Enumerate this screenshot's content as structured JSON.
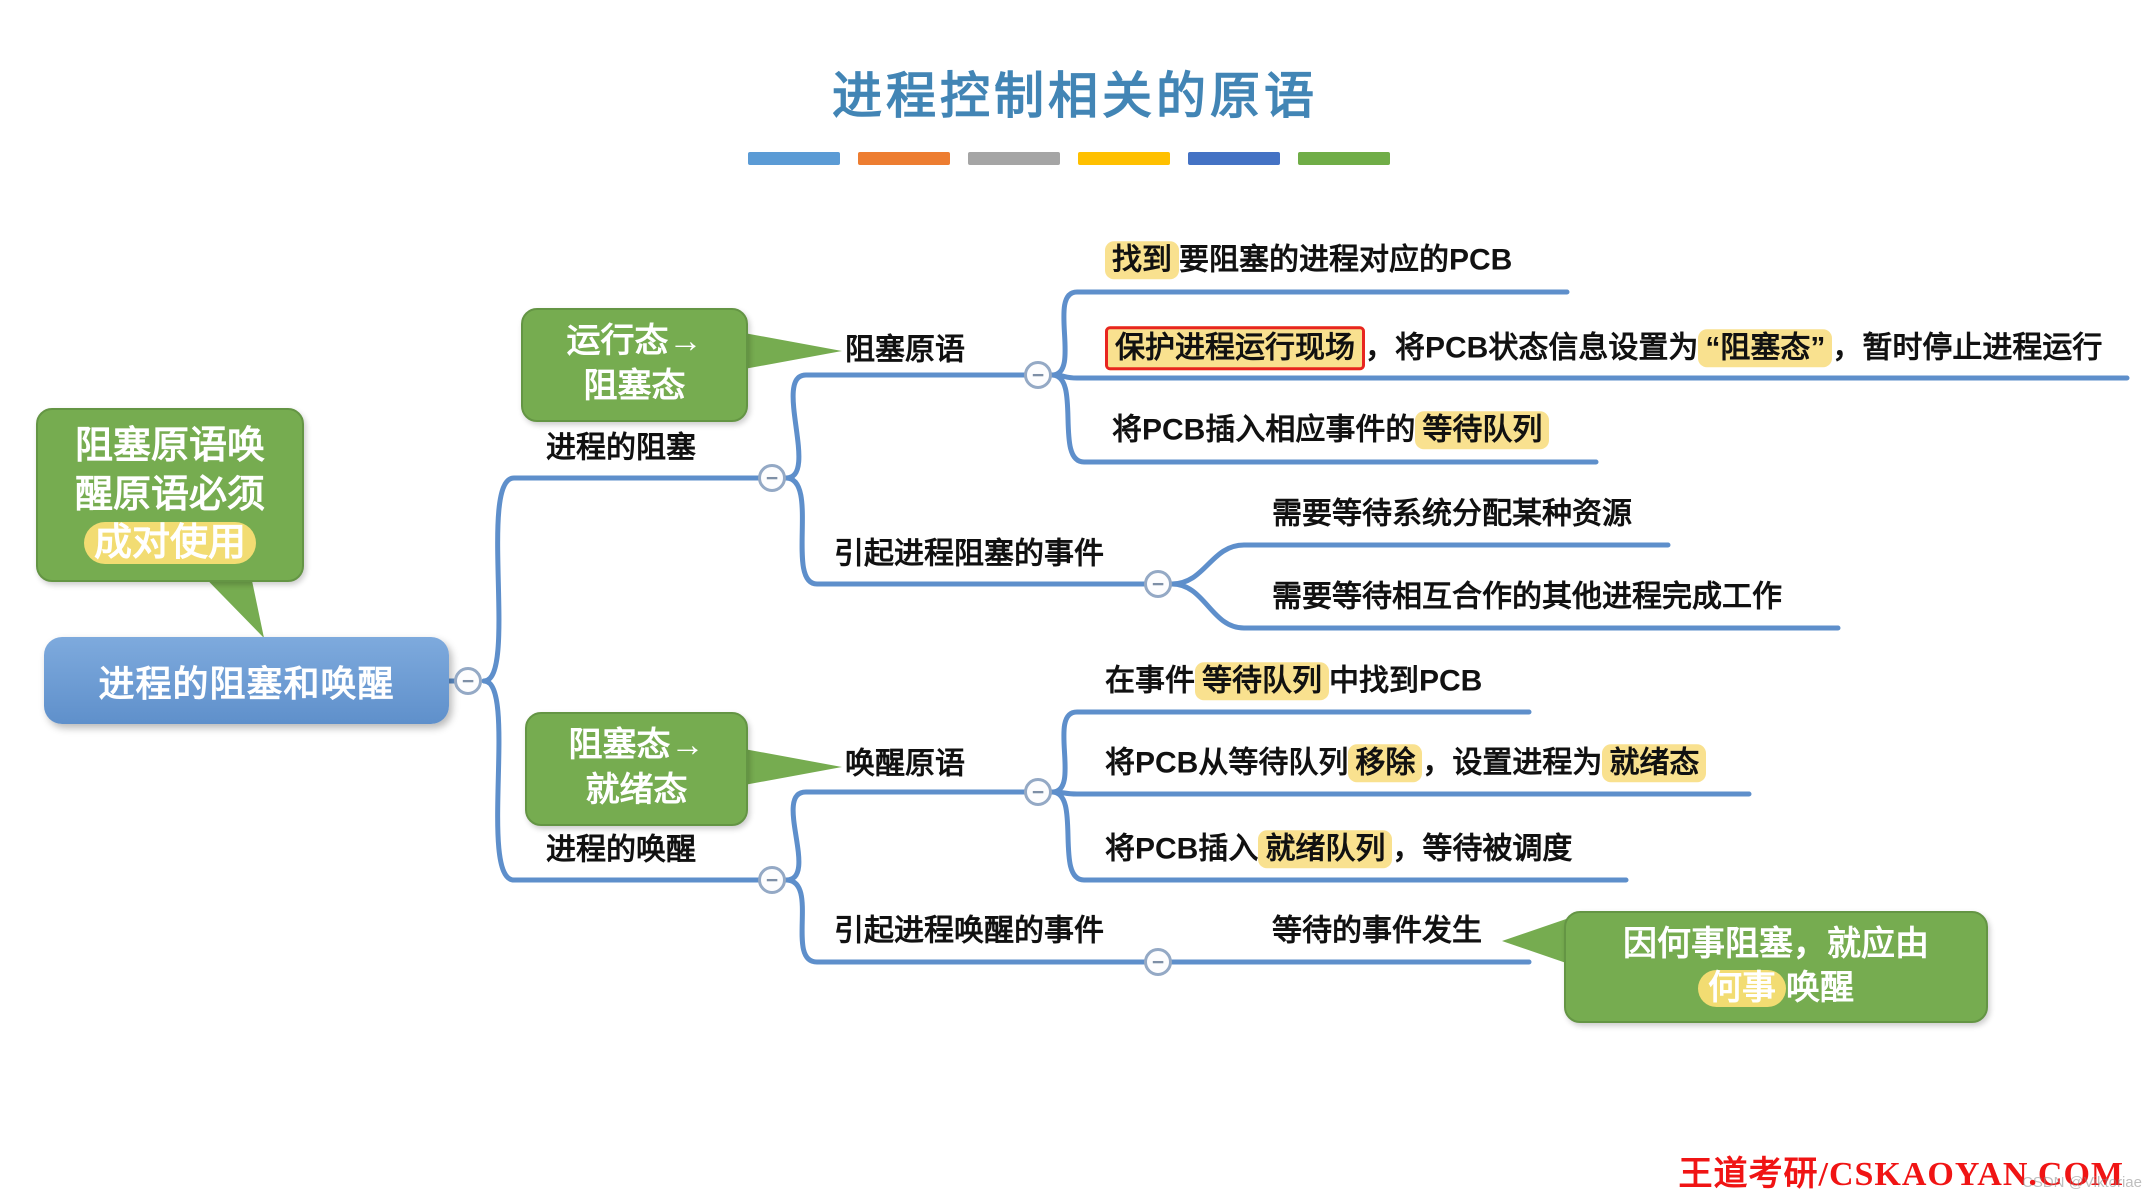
{
  "title": "进程控制相关的原语",
  "divider_colors": [
    "#5B9BD5",
    "#ED7D31",
    "#A5A5A5",
    "#FFC000",
    "#4472C4",
    "#70AD47"
  ],
  "colors": {
    "title_blue": "#4285B5",
    "branch_line_blue": "#5E8FCB",
    "root_node_blue": "#6B9BD3",
    "callout_green": "#76AC50",
    "highlight_yellow": "#F9E18F",
    "red_box_border": "#E8251F",
    "brand_red": "#F01414"
  },
  "icons": {
    "collapse": "−"
  },
  "root": {
    "label": "进程的阻塞和唤醒"
  },
  "callouts": {
    "pair_usage": {
      "segments": [
        {
          "t": "阻塞原语唤醒原语必须"
        },
        {
          "t": "成对使用",
          "hl": true
        }
      ]
    },
    "run_to_block": {
      "segments": [
        {
          "t": "运行态→"
        },
        {
          "br": true
        },
        {
          "t": "阻塞态"
        }
      ]
    },
    "block_to_ready": {
      "segments": [
        {
          "t": "阻塞态→"
        },
        {
          "br": true
        },
        {
          "t": "就绪态"
        }
      ]
    },
    "wake_reason": {
      "segments": [
        {
          "t": "因何事阻塞，就应由"
        },
        {
          "br": true
        },
        {
          "t": "何事",
          "hl": true
        },
        {
          "t": "唤醒"
        }
      ]
    }
  },
  "nodes": {
    "block_branch": {
      "label": "进程的阻塞"
    },
    "block_primitive": {
      "label": "阻塞原语"
    },
    "block_step1": {
      "segments": [
        {
          "t": "找到",
          "hl": true
        },
        {
          "t": "要阻塞的进程对应的PCB"
        }
      ]
    },
    "block_step2": {
      "segments": [
        {
          "t": "保护进程运行现场",
          "hl": true,
          "redbox": true
        },
        {
          "t": "，将PCB状态信息设置为"
        },
        {
          "t": "“阻塞态”",
          "hl": true
        },
        {
          "t": "，暂时停止进程运行"
        }
      ]
    },
    "block_step3": {
      "segments": [
        {
          "t": "将PCB插入相应事件的"
        },
        {
          "t": "等待队列",
          "hl": true
        }
      ]
    },
    "block_events": {
      "label": "引起进程阻塞的事件"
    },
    "block_event1": {
      "label": "需要等待系统分配某种资源"
    },
    "block_event2": {
      "label": "需要等待相互合作的其他进程完成工作"
    },
    "wake_branch": {
      "label": "进程的唤醒"
    },
    "wake_primitive": {
      "label": "唤醒原语"
    },
    "wake_step1": {
      "segments": [
        {
          "t": "在事件"
        },
        {
          "t": "等待队列",
          "hl": true
        },
        {
          "t": "中找到PCB"
        }
      ]
    },
    "wake_step2": {
      "segments": [
        {
          "t": "将PCB从等待队列"
        },
        {
          "t": "移除",
          "hl": true
        },
        {
          "t": "，设置进程为"
        },
        {
          "t": "就绪态",
          "hl": true
        }
      ]
    },
    "wake_step3": {
      "segments": [
        {
          "t": "将PCB插入"
        },
        {
          "t": "就绪队列",
          "hl": true
        },
        {
          "t": "，等待被调度"
        }
      ]
    },
    "wake_events": {
      "label": "引起进程唤醒的事件"
    },
    "wake_event1": {
      "label": "等待的事件发生"
    }
  },
  "footer": {
    "brand": "王道考研/CSKAOYAN.COM",
    "watermark": "CSDN @Viktoriae"
  }
}
